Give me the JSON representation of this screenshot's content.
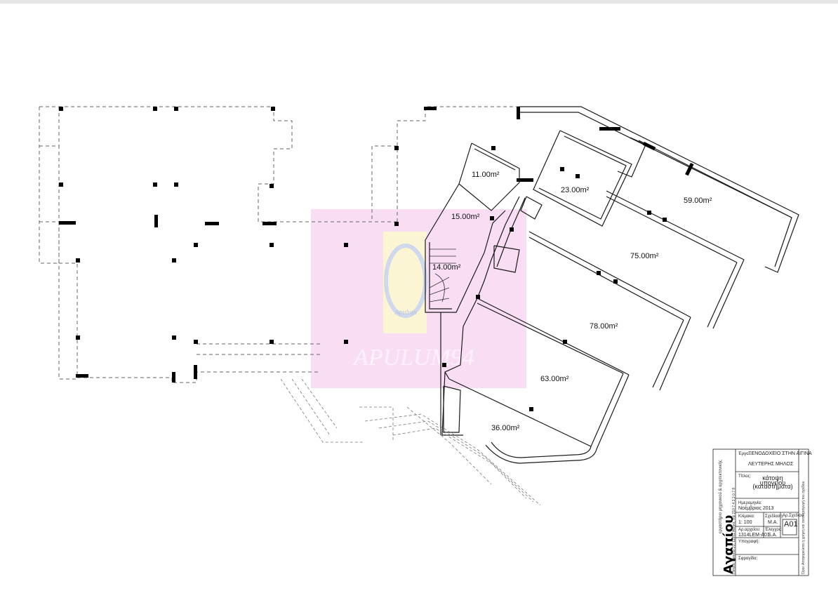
{
  "rooms": [
    {
      "id": "r11",
      "label": "11.00m²"
    },
    {
      "id": "r23",
      "label": "23.00m²"
    },
    {
      "id": "r59",
      "label": "59.00m²"
    },
    {
      "id": "r15",
      "label": "15.00m²"
    },
    {
      "id": "r75",
      "label": "75.00m²"
    },
    {
      "id": "r14",
      "label": "14.00m²"
    },
    {
      "id": "r78",
      "label": "78.00m²"
    },
    {
      "id": "r63",
      "label": "63.00m²"
    },
    {
      "id": "r36",
      "label": "36.00m²"
    }
  ],
  "watermark": {
    "text": "APULUM94",
    "logo_text": "Apulum"
  },
  "title_block": {
    "project_label": "Έργο:",
    "project": "ΞΕΝΟΔΟΧΕΙΟ ΣΤΗΝ ΑΙΓΙΝΑ",
    "client": "ΛΕΥΤΕΡΗΣ ΜΗΛΟΣ",
    "title_label": "Τίτλος:",
    "title_line1": "κάτοψη υπογείου",
    "title_line2": "(καταστήματα)",
    "date_label": "Ημερομηνία:",
    "date": "Νοέμβριος 2013",
    "scale_label": "Κλίμακα:",
    "scale": "1: 100",
    "design_label": "Σχεδίαση:",
    "design": "Μ.Α.",
    "drawing_no_label": "Αρ.Σχεδίου:",
    "drawing_no": "Α01",
    "file_label": "Αρ.αρχείου:",
    "file": "1314LEM-A01",
    "check_label": "Έλεγχος:",
    "check": "S.A.",
    "sign_label": "Υπογραφή:",
    "stamp_label": "Σφραγίδα:",
    "office_vertical": "εργαστήριο μηχανικού & αρχιτεκτονικής",
    "brand": "Αγαπίου",
    "address_vertical": "Πάτρας Ιεροσολ 23, 11851 Αθήνα, τηλ 210 7 4 3 2 0 7 8",
    "right_vertical": "Όροι: Απαγορεύεται η χρήση και αναπαραγωγή του σχεδίου"
  },
  "colors": {
    "line": "#1a1a1a",
    "dashed": "#555555",
    "watermark_pink": "#f7d4ef",
    "watermark_yellow": "#fbf6c9"
  }
}
